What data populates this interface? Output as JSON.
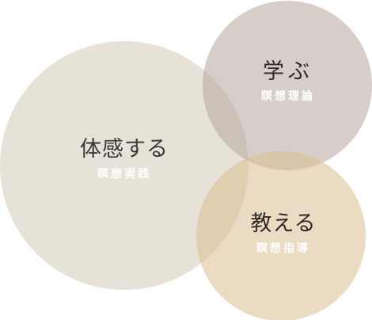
{
  "circles": {
    "experience": {
      "title": "体感する",
      "subtitle": "瞑想実践",
      "color": "#d9d1c0"
    },
    "learn": {
      "title": "学ぶ",
      "subtitle": "瞑想理論",
      "color": "#b7a69c"
    },
    "teach": {
      "title": "教える",
      "subtitle": "瞑想指導",
      "color": "#d9bd8f"
    }
  }
}
